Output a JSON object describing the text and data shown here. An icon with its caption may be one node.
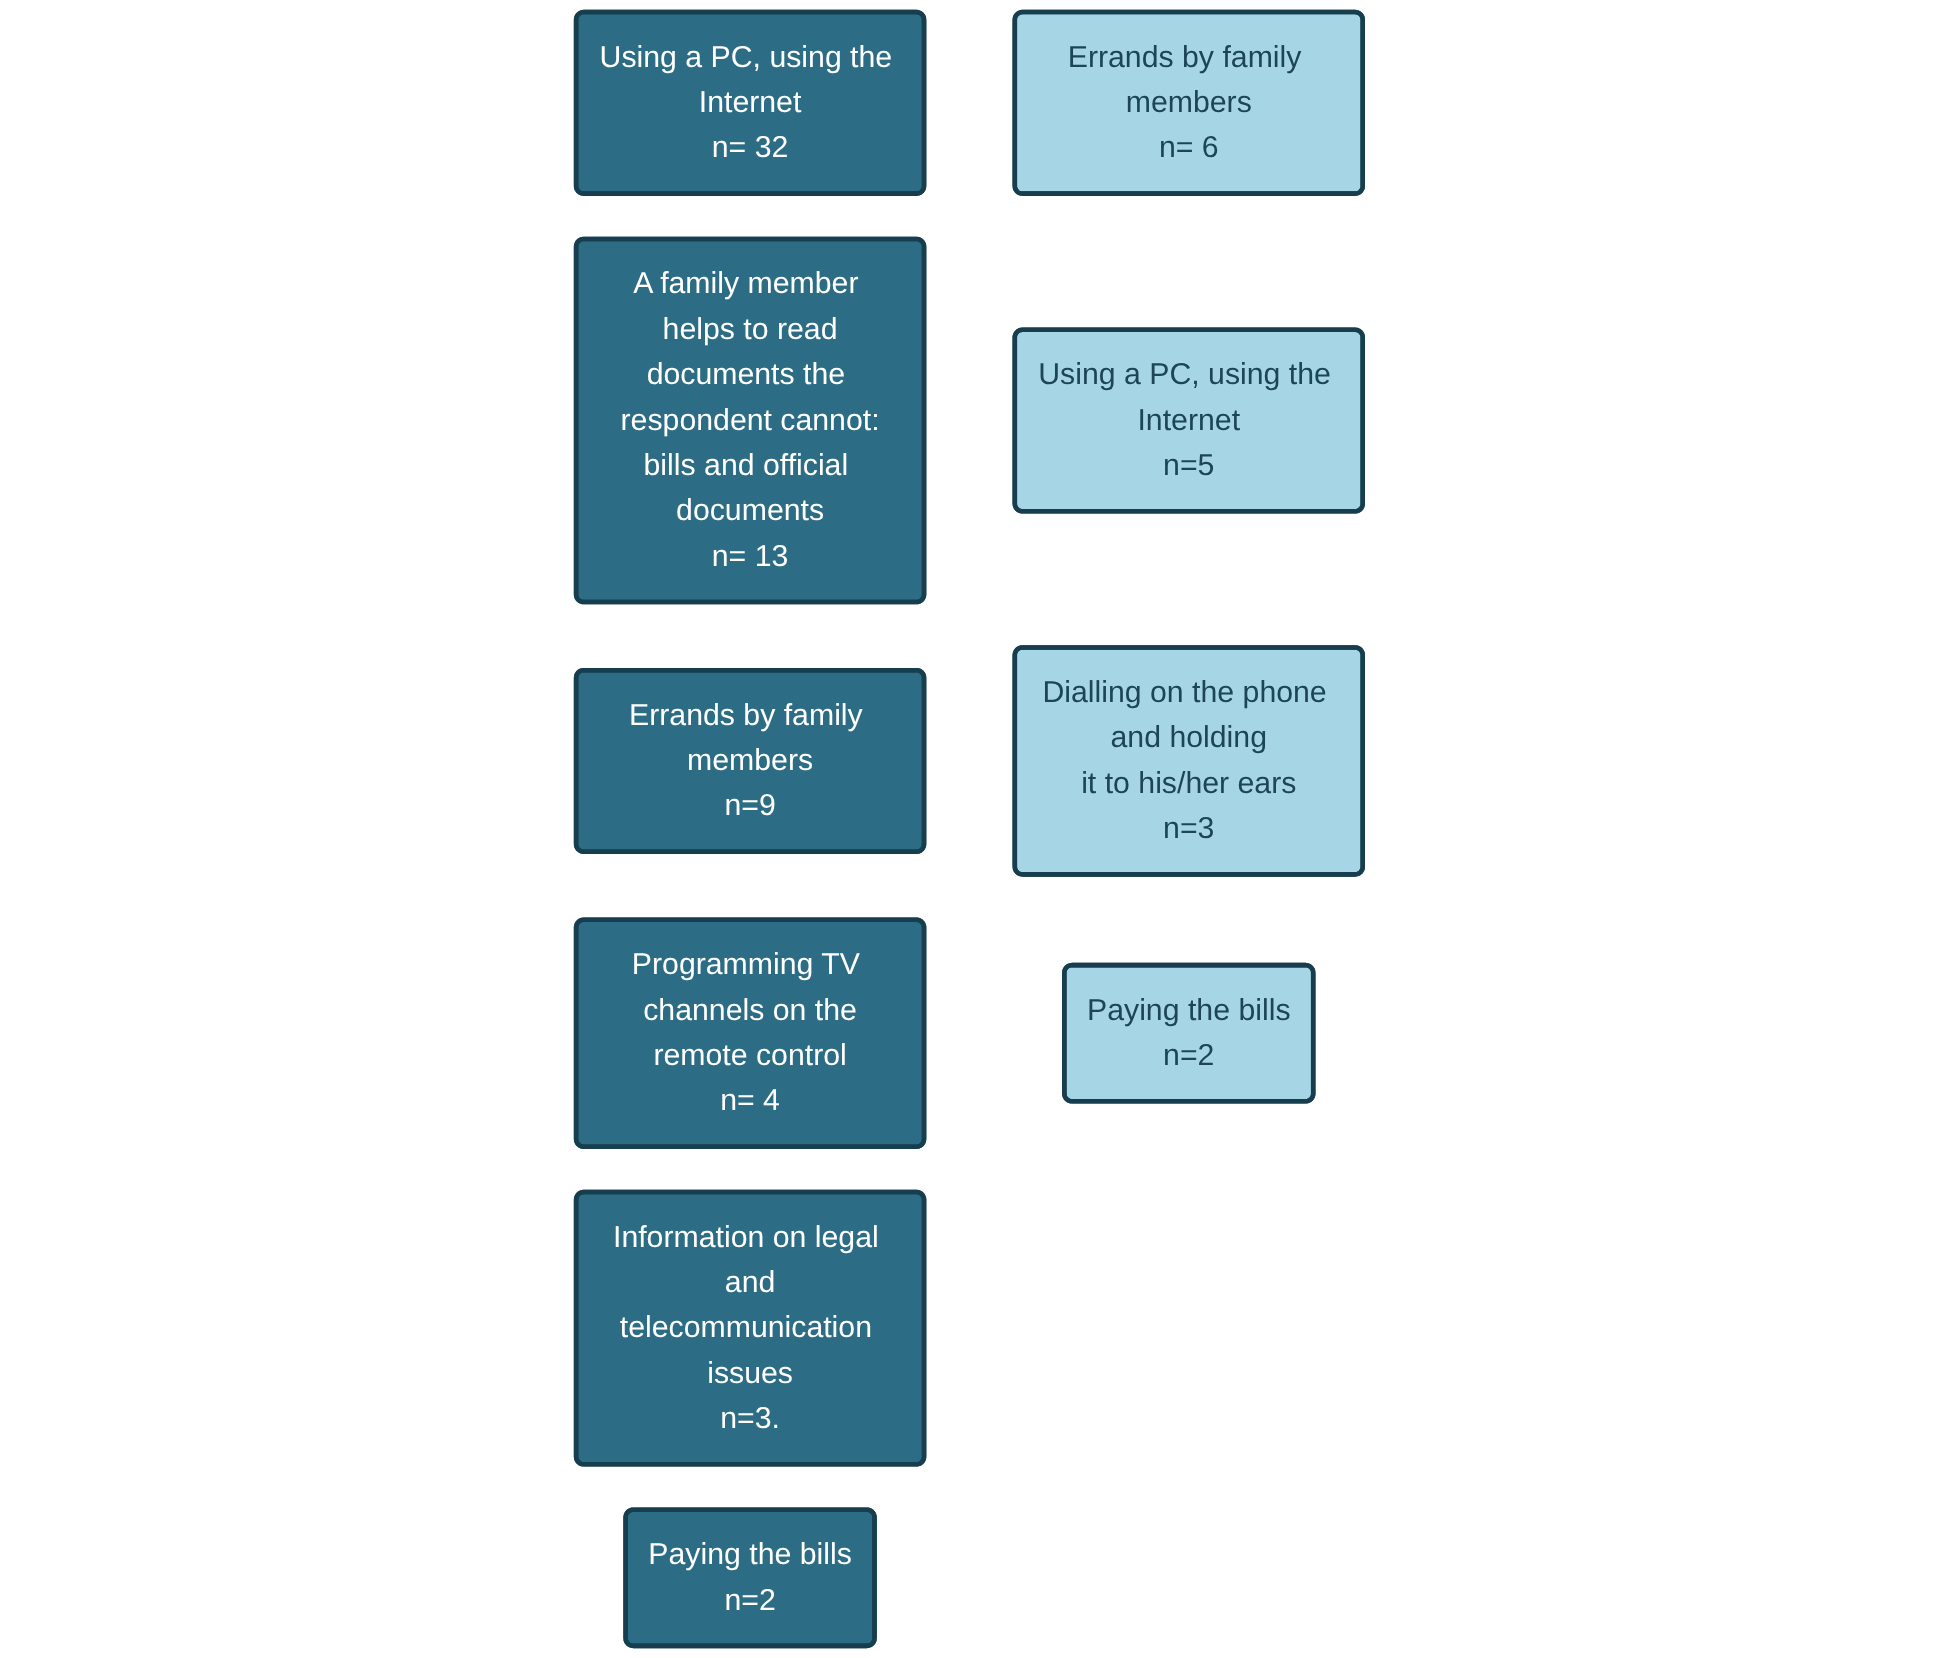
{
  "diagram": {
    "nodes": [
      {
        "text": [
          "Using a PC, using the Internet",
          "n= 32"
        ]
      },
      {
        "text": [
          "A family member helps to read documents the respondent cannot: bills and official documents",
          "n= 13"
        ]
      },
      {
        "text": [
          "Errands by family members",
          "n=9"
        ]
      },
      {
        "text": [
          "Programming TV channels on the remote control",
          "n= 4"
        ]
      },
      {
        "text": [
          "Information on legal and telecommunication issues",
          "n=3."
        ]
      },
      {
        "text": [
          "Paying the bills",
          "n=2"
        ]
      },
      {
        "text": [
          "Errands by family members",
          "n= 6"
        ]
      },
      {
        "text": [
          "Using a PC, using the Internet",
          "n=5"
        ]
      },
      {
        "text": [
          "Dialling on the phone and holding it to his/her ears",
          "n=3"
        ]
      },
      {
        "text": [
          "Paying the bills",
          "n=2"
        ]
      }
    ]
  }
}
